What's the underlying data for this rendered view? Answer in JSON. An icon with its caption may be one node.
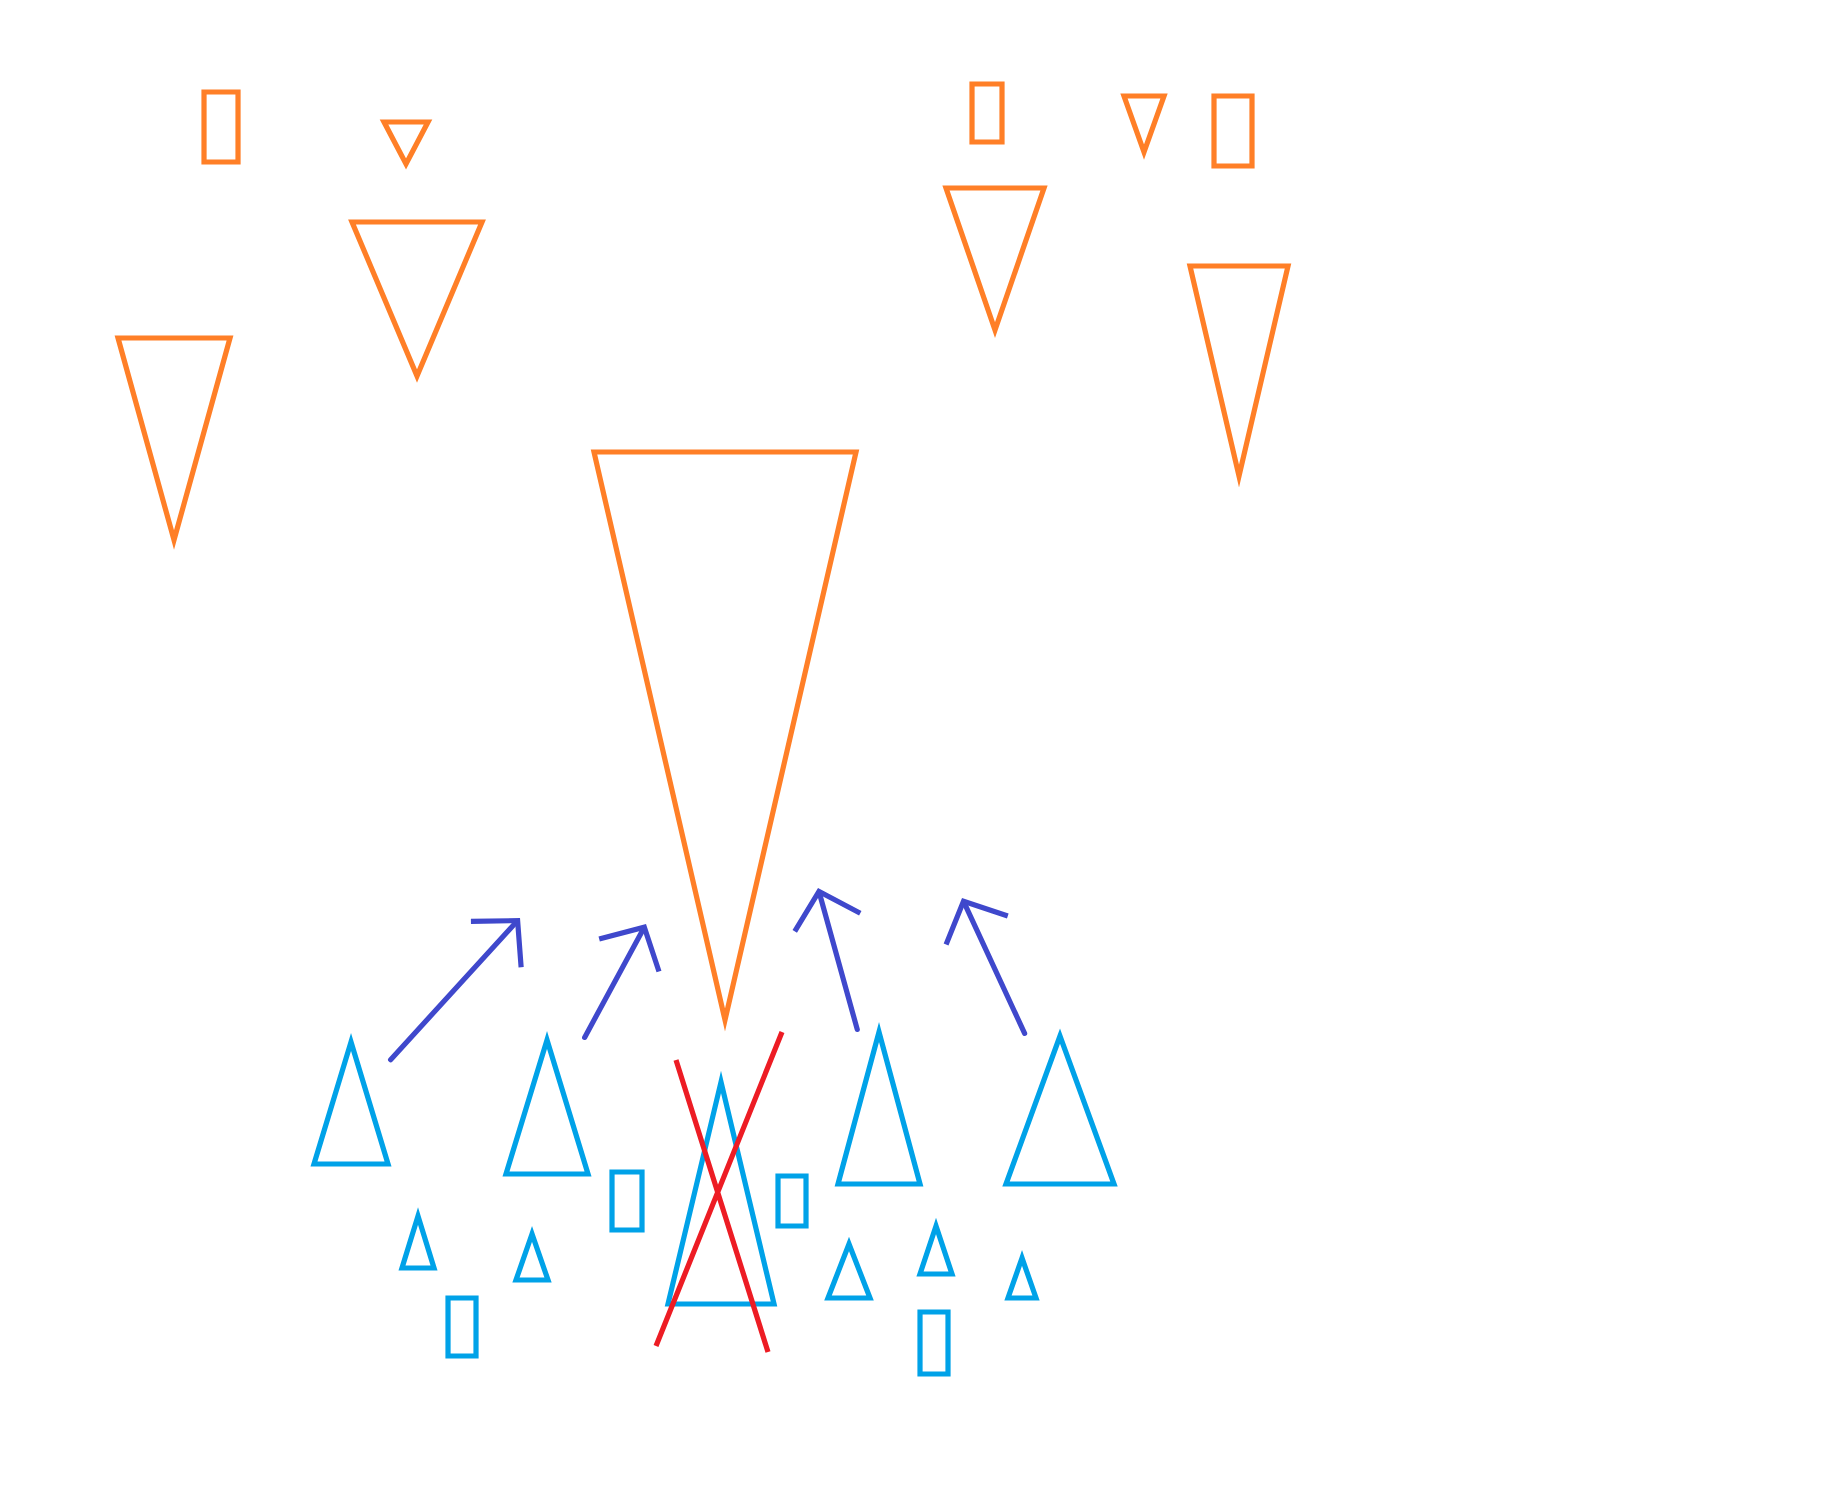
{
  "diagram": {
    "nodes": [
      {
        "text": [],
        "shape": "box"
      },
      {
        "text": [],
        "shape": "triangle"
      },
      {
        "text": [],
        "shape": "box"
      },
      {
        "text": [],
        "shape": "triangle"
      },
      {
        "text": [],
        "shape": "box"
      },
      {
        "text": [],
        "shape": "triangle"
      },
      {
        "text": [],
        "shape": "triangle"
      },
      {
        "text": [],
        "shape": "triangle"
      },
      {
        "text": [],
        "shape": "triangle"
      },
      {
        "text": [],
        "shape": "triangle"
      },
      {
        "text": [],
        "shape": "triangle"
      },
      {
        "text": [],
        "shape": "triangle"
      },
      {
        "text": [],
        "shape": "triangle"
      },
      {
        "text": [],
        "shape": "triangle"
      },
      {
        "text": [],
        "shape": "triangle"
      },
      {
        "text": [],
        "shape": "box"
      },
      {
        "text": [],
        "shape": "box"
      },
      {
        "text": [],
        "shape": "triangle"
      },
      {
        "text": [],
        "shape": "triangle"
      },
      {
        "text": [],
        "shape": "triangle"
      },
      {
        "text": [],
        "shape": "triangle"
      },
      {
        "text": [],
        "shape": "triangle"
      },
      {
        "text": [],
        "shape": "box"
      },
      {
        "text": [],
        "shape": "box"
      }
    ],
    "edges": [
      {
        "from": 10,
        "to": null,
        "arrow": "to"
      },
      {
        "from": 11,
        "to": null,
        "arrow": "to"
      },
      {
        "from": 13,
        "to": null,
        "arrow": "to"
      },
      {
        "from": 14,
        "to": null,
        "arrow": "to"
      }
    ]
  }
}
